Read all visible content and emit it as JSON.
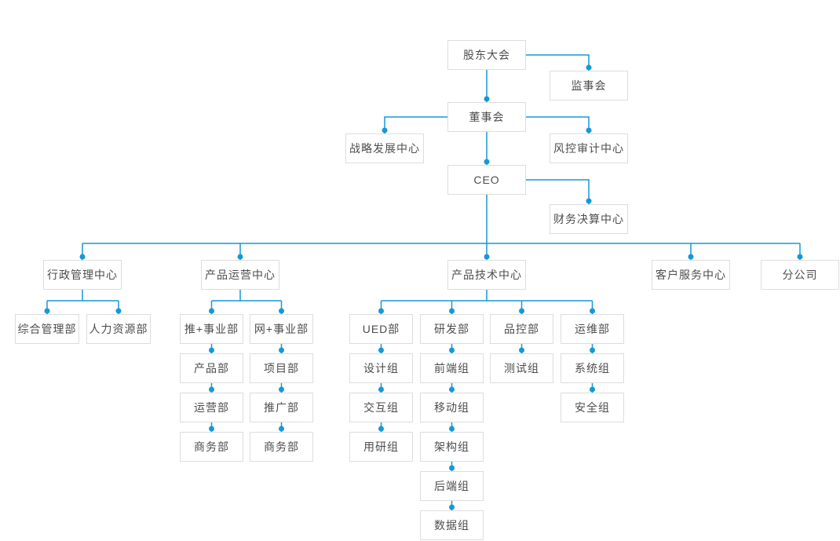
{
  "colors": {
    "connector": "#1599d6",
    "box_border": "#dddddd",
    "box_background": "#ffffff",
    "text": "#4d4d4d"
  },
  "nodes": {
    "shareholders": "股东大会",
    "supervisory": "监事会",
    "board": "董事会",
    "strategy": "战略发展中心",
    "risk_audit": "风控审计中心",
    "ceo": "CEO",
    "finance": "财务决算中心",
    "admin_center": "行政管理中心",
    "product_ops_center": "产品运营中心",
    "product_tech_center": "产品技术中心",
    "customer_service_center": "客户服务中心",
    "branch": "分公司",
    "general_mgmt": "综合管理部",
    "hr": "人力资源部",
    "push_bu": "推+事业部",
    "net_bu": "网+事业部",
    "ued_dept": "UED部",
    "rd_dept": "研发部",
    "qc_dept": "品控部",
    "devops_dept": "运维部",
    "product_dept": "产品部",
    "project_dept": "项目部",
    "design_group": "设计组",
    "frontend_group": "前端组",
    "testing_group": "测试组",
    "system_group": "系统组",
    "ops_dept": "运营部",
    "promo_dept": "推广部",
    "interaction_group": "交互组",
    "mobile_group": "移动组",
    "security_group": "安全组",
    "biz_dept_push": "商务部",
    "biz_dept_net": "商务部",
    "user_research_group": "用研组",
    "architecture_group": "架构组",
    "backend_group": "后端组",
    "data_group": "数据组"
  },
  "structure": {
    "label": "股东大会",
    "children": [
      {
        "label": "监事会"
      },
      {
        "label": "董事会",
        "children": [
          {
            "label": "战略发展中心"
          },
          {
            "label": "风控审计中心"
          },
          {
            "label": "CEO",
            "children": [
              {
                "label": "财务决算中心"
              },
              {
                "label": "行政管理中心",
                "children": [
                  {
                    "label": "综合管理部"
                  },
                  {
                    "label": "人力资源部"
                  }
                ]
              },
              {
                "label": "产品运营中心",
                "children": [
                  {
                    "label": "推+事业部",
                    "children": [
                      {
                        "label": "产品部"
                      },
                      {
                        "label": "运营部"
                      },
                      {
                        "label": "商务部"
                      }
                    ]
                  },
                  {
                    "label": "网+事业部",
                    "children": [
                      {
                        "label": "项目部"
                      },
                      {
                        "label": "推广部"
                      },
                      {
                        "label": "商务部"
                      }
                    ]
                  }
                ]
              },
              {
                "label": "产品技术中心",
                "children": [
                  {
                    "label": "UED部",
                    "children": [
                      {
                        "label": "设计组"
                      },
                      {
                        "label": "交互组"
                      },
                      {
                        "label": "用研组"
                      }
                    ]
                  },
                  {
                    "label": "研发部",
                    "children": [
                      {
                        "label": "前端组"
                      },
                      {
                        "label": "移动组"
                      },
                      {
                        "label": "架构组"
                      },
                      {
                        "label": "后端组"
                      },
                      {
                        "label": "数据组"
                      }
                    ]
                  },
                  {
                    "label": "品控部",
                    "children": [
                      {
                        "label": "测试组"
                      }
                    ]
                  },
                  {
                    "label": "运维部",
                    "children": [
                      {
                        "label": "系统组"
                      },
                      {
                        "label": "安全组"
                      }
                    ]
                  }
                ]
              },
              {
                "label": "客户服务中心"
              },
              {
                "label": "分公司"
              }
            ]
          }
        ]
      }
    ]
  }
}
